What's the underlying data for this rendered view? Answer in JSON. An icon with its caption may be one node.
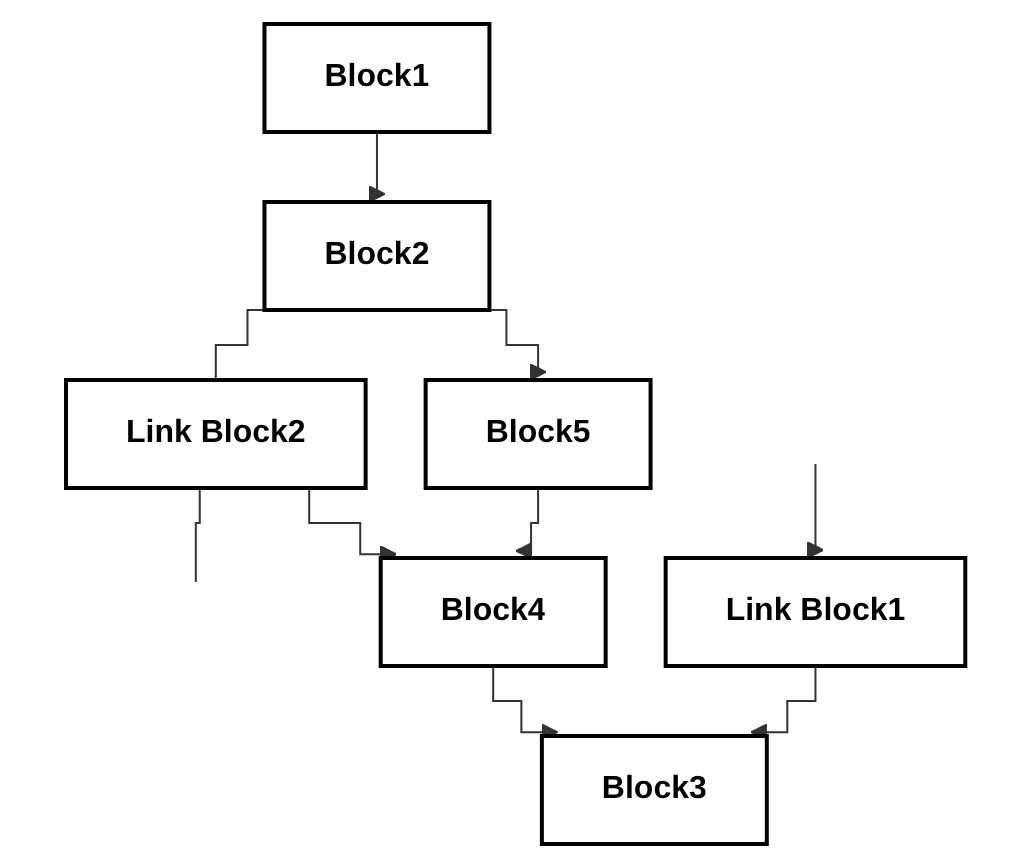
{
  "diagram": {
    "nodes": [
      {
        "text": [
          "Block1"
        ]
      },
      {
        "text": [
          "Block2"
        ]
      },
      {
        "text": [
          "Link Block2"
        ]
      },
      {
        "text": [
          "Block5"
        ]
      },
      {
        "text": [
          "Link Block1"
        ]
      },
      {
        "text": [
          "Block4"
        ]
      },
      {
        "text": [
          "Block3"
        ]
      }
    ],
    "edges": [
      {
        "from": 0,
        "to": 1,
        "arrow": "to"
      },
      {
        "from": 1,
        "to": 2,
        "arrow": "none"
      },
      {
        "from": 1,
        "to": 3,
        "arrow": "to"
      },
      {
        "from": 2,
        "to": null,
        "arrow": "none"
      },
      {
        "from": 2,
        "to": 5,
        "arrow": "to"
      },
      {
        "from": 3,
        "to": 5,
        "arrow": "to"
      },
      {
        "from": null,
        "to": 4,
        "arrow": "to"
      },
      {
        "from": 5,
        "to": 6,
        "arrow": "to"
      },
      {
        "from": 4,
        "to": 6,
        "arrow": "to"
      }
    ]
  }
}
